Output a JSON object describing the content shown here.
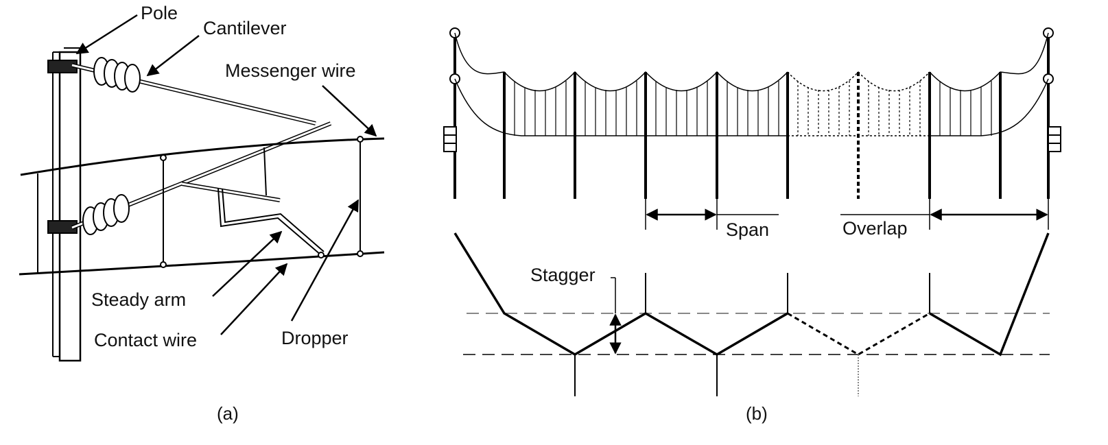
{
  "panel_a": {
    "caption": "(a)",
    "labels": {
      "pole": "Pole",
      "cantilever": "Cantilever",
      "messenger_wire": "Messenger wire",
      "steady_arm": "Steady arm",
      "contact_wire": "Contact wire",
      "dropper": "Dropper"
    }
  },
  "panel_b": {
    "caption": "(b)",
    "labels": {
      "span": "Span",
      "overlap": "Overlap",
      "stagger": "Stagger"
    }
  }
}
